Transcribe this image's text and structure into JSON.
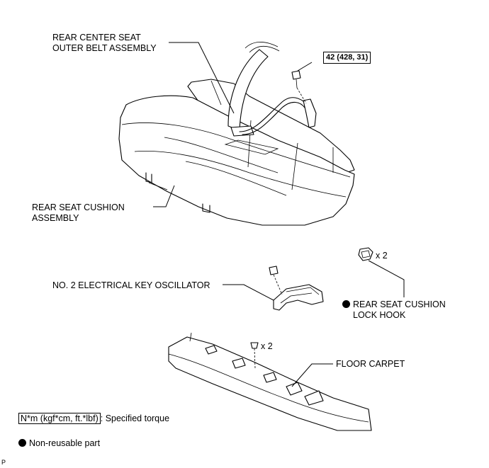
{
  "labels": {
    "belt_line1": "REAR CENTER SEAT",
    "belt_line2": "OUTER BELT ASSEMBLY",
    "torque_value": "42 (428, 31)",
    "cushion_line1": "REAR SEAT CUSHION",
    "cushion_line2": "ASSEMBLY",
    "hook_qty": "x 2",
    "oscillator": "NO. 2 ELECTRICAL KEY OSCILLATOR",
    "hook_line1": "REAR SEAT CUSHION",
    "hook_line2": "LOCK HOOK",
    "clip_qty": "x 2",
    "carpet": "FLOOR CARPET"
  },
  "legend": {
    "torque_unit": "N*m (kgf*cm, ft.*lbf)",
    "torque_desc": ": Specified torque",
    "nonreusable_desc": "Non-reusable part"
  },
  "corner_code": "P"
}
